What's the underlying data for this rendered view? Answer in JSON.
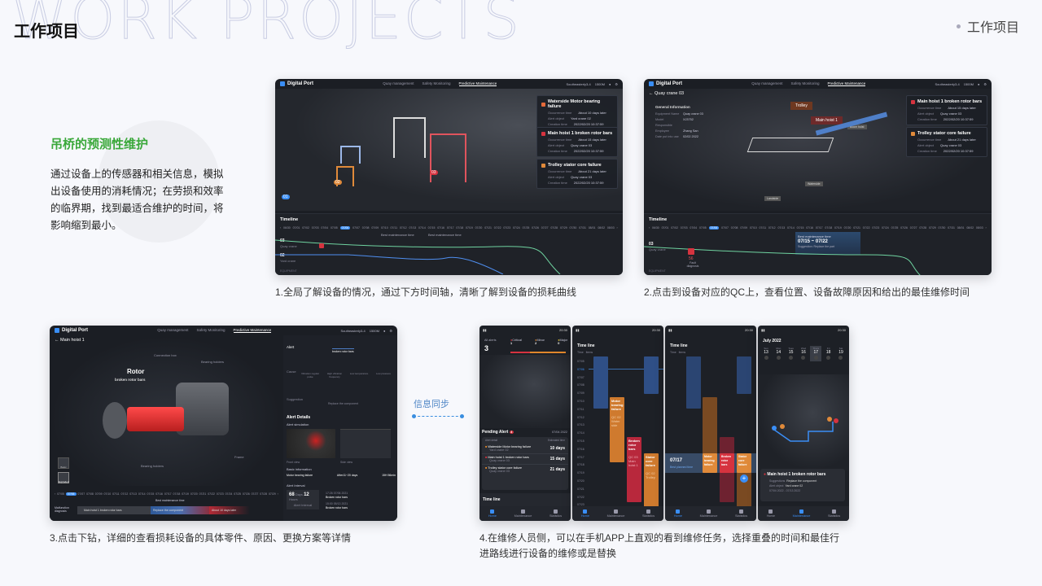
{
  "header": {
    "bg_word": "WORK PROJECTS",
    "title": "工作项目",
    "breadcrumb": "工作项目"
  },
  "intro": {
    "title": "吊桥的预测性维护",
    "text": "通过设备上的传感器和相关信息，模拟出设备使用的消耗情况；在劳损和效率的临界期，找到最适合维护的时间，将影响缩到最小。"
  },
  "app": {
    "logo": "Digital Port",
    "nav": [
      "Quay management",
      "Safety Monitoring",
      "Predictive Maintenance"
    ],
    "active_nav": "Predictive Maintenance",
    "weather": "Southeasterly3-4",
    "user": "1500M"
  },
  "shot1": {
    "alerts": [
      {
        "title": "Waterside Motor bearing failure",
        "occurrence": "About 10 days later",
        "object": "Yard crane 02",
        "created": "2022/02/20 10:37:59"
      },
      {
        "title": "Main hoist 1 broken rotor bars",
        "occurrence": "About 15 days later",
        "object": "Quay crane 03",
        "created": "2022/02/20 10:37:59"
      },
      {
        "title": "Trolley stator core failure",
        "occurrence": "About 21 days later",
        "object": "Quay crane 03",
        "created": "2022/02/20 10:37:59"
      }
    ],
    "labels": {
      "occurrence": "Occurrence time",
      "object": "Alert object",
      "created": "Creation time"
    },
    "markers": [
      "01",
      "02",
      "03"
    ],
    "timeline": {
      "title": "Timeline",
      "dates": [
        "06/30",
        "07/01",
        "07/02",
        "07/03",
        "07/04",
        "07/05",
        "07/06",
        "07/07",
        "07/08",
        "07/09",
        "07/10",
        "07/11",
        "07/12",
        "07/13",
        "07/14",
        "07/15",
        "07/16",
        "07/17",
        "07/18",
        "07/19",
        "07/20",
        "07/21",
        "07/22",
        "07/23",
        "07/24",
        "07/25",
        "07/26",
        "07/27",
        "07/28",
        "07/29",
        "07/30",
        "07/31",
        "08/01",
        "08/02",
        "08/03"
      ],
      "selected": "07/06",
      "best_time": "Best maintenance time",
      "rows": [
        {
          "id": "03",
          "name": "Quay crane"
        },
        {
          "id": "02",
          "name": "Yard crane"
        }
      ],
      "legend": [
        "Low",
        "High"
      ],
      "footer": "EQUIPMENT"
    },
    "caption": "1.全局了解设备的情况，通过下方时间轴，清晰了解到设备的损耗曲线"
  },
  "shot2": {
    "back": "Quay crane 03",
    "general_title": "General Information",
    "general": [
      {
        "k": "Equipment Name",
        "v": "Quay crane 03"
      },
      {
        "k": "Model",
        "v": "XJ3752"
      },
      {
        "k": "Responsible Employee",
        "v": "Zhang San"
      },
      {
        "k": "Date put into use",
        "v": "02/02 2022"
      }
    ],
    "tags": [
      "Trolley",
      "Main hoist 1",
      "Boom hoist",
      "Landside",
      "Waterside"
    ],
    "alerts": [
      {
        "title": "Main hoist 1 broken rotor bars",
        "occurrence": "About 15 days later",
        "object": "Quay crane 03",
        "created": "2022/02/20 10:37:59"
      },
      {
        "title": "Trolley stator core failure",
        "occurrence": "About 21 days later",
        "object": "Quay crane 03",
        "created": "2022/02/20 10:37:59"
      }
    ],
    "best": {
      "label": "Best maintenance time",
      "range": "07/15 ~ 07/22",
      "suggestion": "Suggestion:  Replace the part"
    },
    "fault": {
      "value": "56",
      "label": "Fault diagnosis"
    },
    "caption": "2.点击到设备对应的QC上，查看位置、设备故障原因和给出的最佳维修时间"
  },
  "shot3": {
    "back": "Main hoist 1",
    "part": "Rotor",
    "part_sub": "broken rotor bars",
    "labels": [
      "Connection box",
      "Bearing holders",
      "Bearing holders",
      "Frame"
    ],
    "views": [
      "Basic",
      "Exploded"
    ],
    "alert": {
      "title": "Alert",
      "tag": "broken rotor bars",
      "cause_label": "Cause",
      "causes": [
        "Vibration regular pulse",
        "High vibration frequency",
        "Low temperature",
        "Low pressure"
      ],
      "suggestion_label": "Suggestion",
      "suggestion": "Replace the component"
    },
    "details": {
      "title": "Alert Details",
      "simulation": "Alert simulation",
      "front": "Front view",
      "side": "Side view",
      "basic": "Basic information",
      "info": [
        {
          "v": "Motor bearing failure",
          "k": "Conclusion"
        },
        {
          "v": "After11~20 days",
          "k": "Estimated time"
        },
        {
          "v": "15H 56min",
          "k": "Duration"
        }
      ],
      "interval_title": "Alert Interval",
      "days": "68",
      "days_unit": "Days",
      "hours": "12",
      "hours_unit": "Hours",
      "interval_label": "Alert Interval",
      "events": [
        {
          "time": "17:26 07/06 2021",
          "text": "Broken rotor bars"
        },
        {
          "time": "15:00 05/13 2021",
          "text": "Broken rotor bars",
          "tag": "solved"
        }
      ]
    },
    "timeline": {
      "dates": [
        "07/05",
        "07/06",
        "07/07",
        "07/08",
        "07/09",
        "07/10",
        "07/11",
        "07/12",
        "07/13",
        "07/14",
        "07/15",
        "07/16",
        "07/17",
        "07/18",
        "07/19",
        "07/20",
        "07/21",
        "07/22",
        "07/23",
        "07/24",
        "07/25",
        "07/26",
        "07/27",
        "07/28",
        "07/29"
      ],
      "selected": "07/06",
      "best_time": "Best maintenance time",
      "row_label": "Malfunction diagnosis",
      "segments": [
        "Main hoist 1  broken rotor bars",
        "Replace the component",
        "About 10 days later"
      ]
    },
    "caption": "3.点击下钻，详细的查看损耗设备的具体零件、原因、更换方案等详情"
  },
  "sync": {
    "label": "信息同步"
  },
  "mobile": {
    "status_time": "20:30",
    "tabs": [
      "Home",
      "Maintenance",
      "Statistics"
    ],
    "p1": {
      "all_alerts_label": "All alerts",
      "all_alerts": "3",
      "levels": [
        {
          "name": "Critical",
          "count": "1"
        },
        {
          "name": "Minor",
          "count": "2"
        },
        {
          "name": "Major",
          "count": "0"
        }
      ],
      "pending": "Pending Alert",
      "pending_count": "3",
      "date": "07/04 2022",
      "col_left": "Alert detail",
      "col_right": "Estimated time",
      "items": [
        {
          "title": "Waterside Motor bearing failure",
          "sub": "Yard crane 02",
          "days": "10 days"
        },
        {
          "title": "Main hoist 1 broken rotor bars",
          "sub": "Quay crane 03",
          "days": "15 days"
        },
        {
          "title": "Trolley stator core failure",
          "sub": "Quay crane 03",
          "days": "21 days"
        }
      ],
      "timeline": "Time line"
    },
    "p2": {
      "title": "Time line",
      "cols": [
        "Time",
        "Items"
      ],
      "dates": [
        "07/05",
        "07/06",
        "07/07",
        "07/08",
        "07/09",
        "07/10",
        "07/11",
        "07/12",
        "07/13",
        "07/14",
        "07/15",
        "07/16",
        "07/17",
        "07/18",
        "07/19",
        "07/20",
        "07/21",
        "07/22",
        "07/23"
      ],
      "bars": [
        {
          "title": "Motor bearing failure",
          "qc": "QC 02",
          "loc": "Water side"
        },
        {
          "title": "Broken rotor bars",
          "qc": "QC 03",
          "loc": "Main hoist 1"
        },
        {
          "title": "Stator core failure",
          "qc": "QC 02",
          "loc": "Trolley"
        }
      ]
    },
    "p3": {
      "date": "07/17",
      "best": "Best planned time",
      "bars": [
        {
          "t": "Motor bearing failure",
          "n": "2"
        },
        {
          "t": "Broken rotor bars",
          "n": "1"
        },
        {
          "t": "Stator core failure",
          "n": "3"
        }
      ]
    },
    "p4": {
      "month": "July 2022",
      "days": [
        {
          "d": "Sun",
          "n": "13"
        },
        {
          "d": "Mon",
          "n": "14"
        },
        {
          "d": "Tues",
          "n": "15"
        },
        {
          "d": "Wed",
          "n": "16"
        },
        {
          "d": "Thurs",
          "n": "17"
        },
        {
          "d": "Fri",
          "n": "18"
        },
        {
          "d": "Sat",
          "n": "19"
        }
      ],
      "card_title": "Main hoist 1 broken rotor bars",
      "suggestions_label": "Suggestions",
      "suggestions": "Replace the component",
      "object_label": "Alert object",
      "object": "Yard crane 02",
      "range": "07/04 2022 - 07/13 2022"
    },
    "caption_line1": "4.在维修人员侧，可以在手机APP上直观的看到维修任务，选择重叠的时间和最佳行",
    "caption_line2": "进路线进行设备的维修或是替换"
  },
  "colors": {
    "accent": "#3a8ef6",
    "green_title": "#3aa83a",
    "critical": "#d6333f",
    "minor": "#e0872b",
    "dark_bg": "#1b1e24"
  }
}
